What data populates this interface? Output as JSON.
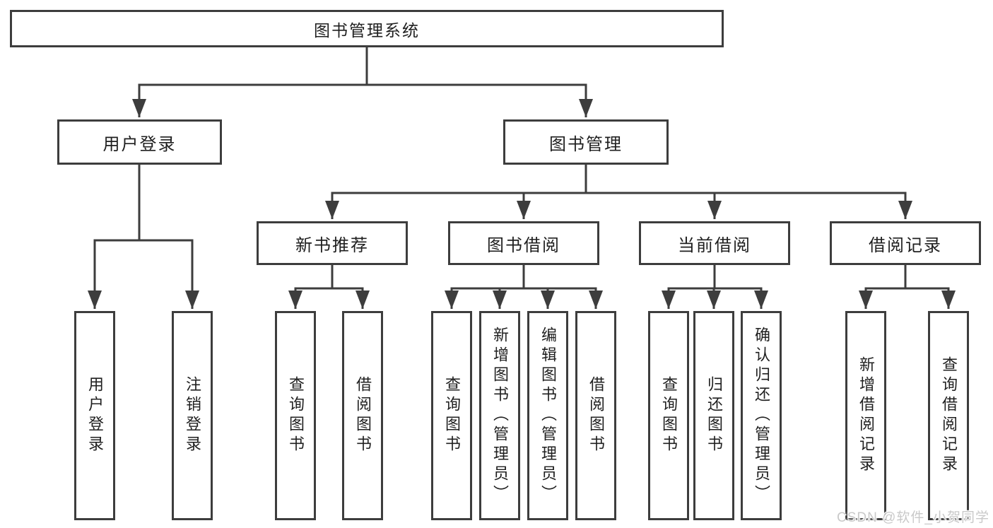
{
  "diagram_type": "hierarchy-tree",
  "colors": {
    "line": "#3d3d3d",
    "box_border": "#3d3d3d",
    "box_fill": "#ffffff",
    "text": "#1f1f1f",
    "background": "#ffffff",
    "watermark": "#c9c9c9"
  },
  "tree": {
    "label": "图书管理系统",
    "children": [
      {
        "label": "用户登录",
        "children": [
          {
            "label": "用户登录"
          },
          {
            "label": "注销登录"
          }
        ]
      },
      {
        "label": "图书管理",
        "children": [
          {
            "label": "新书推荐",
            "children": [
              {
                "label": "查询图书"
              },
              {
                "label": "借阅图书"
              }
            ]
          },
          {
            "label": "图书借阅",
            "children": [
              {
                "label": "查询图书"
              },
              {
                "label": "新增图书（管理员）"
              },
              {
                "label": "编辑图书（管理员）"
              },
              {
                "label": "借阅图书"
              }
            ]
          },
          {
            "label": "当前借阅",
            "children": [
              {
                "label": "查询图书"
              },
              {
                "label": "归还图书"
              },
              {
                "label": "确认归还（管理员）"
              }
            ]
          },
          {
            "label": "借阅记录",
            "children": [
              {
                "label": "新增借阅记录"
              },
              {
                "label": "查询借阅记录"
              }
            ]
          }
        ]
      }
    ]
  },
  "watermark": {
    "text": "CSDN @软件_小贺同学"
  }
}
